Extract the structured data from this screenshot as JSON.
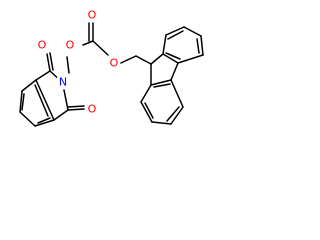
{
  "molecule": {
    "atom_colors": {
      "O": "#ff0000",
      "N": "#0000ff"
    },
    "labels": {
      "carbonate_O_top": "O",
      "carbonate_O_linker": "O",
      "ester_O": "O",
      "imide_N": "N",
      "imide_O_upper": "O",
      "imide_O_lower": "O"
    }
  }
}
